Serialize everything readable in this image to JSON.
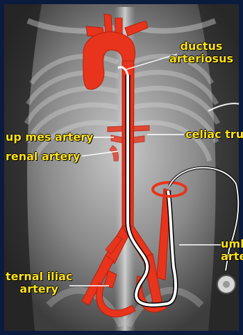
{
  "labels": {
    "ductus": [
      "ductus",
      "arteriosus"
    ],
    "celiac": "celiac trur",
    "supmes": "up mes artery",
    "renal": "renal artery",
    "umbilical": [
      "umb",
      "arter"
    ],
    "iliac": [
      "ternal iliac",
      "artery"
    ]
  },
  "colors": {
    "artery": "#e8341c",
    "artery_dark": "#b3200f",
    "catheter": "#ffffff",
    "label": "#ffe21a",
    "border": "#0b1b3e"
  },
  "icons": {
    "background": "chest-abdomen-xray",
    "vessels": "aorta-and-branches-illustration",
    "device": "catheter-with-probe"
  }
}
